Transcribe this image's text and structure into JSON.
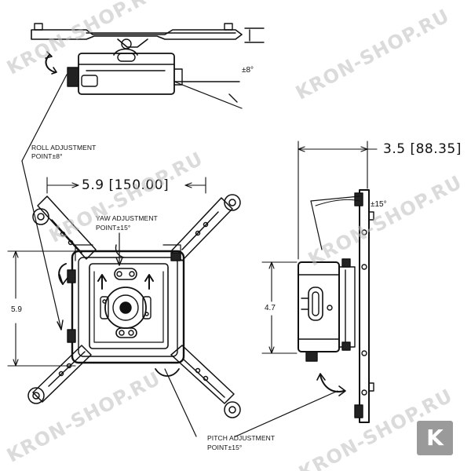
{
  "labels": {
    "roll_title": "ROLL ADJUSTMENT",
    "roll_value": "POINT±8°",
    "yaw_title": "YAW ADJUSTMENT",
    "yaw_value": "POINT±15°",
    "pitch_title": "PITCH ADJUSTMENT",
    "pitch_value": "POINT±15°",
    "roll_angle": "±8°",
    "pitch_angle": "±15°"
  },
  "dimensions": {
    "width_top": "5.9  [150.00]",
    "height_left": "5.9",
    "depth_right": "3.5  [88.35]",
    "height_right": "4.7"
  },
  "watermark": {
    "text": "KRON-SHOP.RU",
    "color": "#bebebe"
  },
  "logo": {
    "letter": "K",
    "color": "#9a9a9a"
  },
  "icons": [
    "roll-arrow-icon",
    "yaw-arrow-icon",
    "pitch-arrow-icon",
    "screw-icon",
    "bracket-icon"
  ]
}
